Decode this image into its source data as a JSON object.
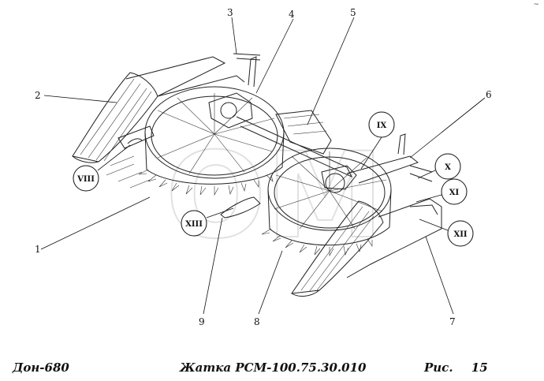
{
  "watermark": "ОМ",
  "corner_mark": "~",
  "caption": {
    "left": "Дон-680",
    "center": "Жатка РСМ-100.75.30.010",
    "fig_label": "Рис.",
    "fig_number": "15"
  },
  "callouts": [
    {
      "id": "1",
      "label": "1"
    },
    {
      "id": "2",
      "label": "2"
    },
    {
      "id": "3",
      "label": "3"
    },
    {
      "id": "4",
      "label": "4"
    },
    {
      "id": "5",
      "label": "5"
    },
    {
      "id": "6",
      "label": "6"
    },
    {
      "id": "7",
      "label": "7"
    },
    {
      "id": "8",
      "label": "8"
    },
    {
      "id": "9",
      "label": "9"
    }
  ],
  "detail_markers": [
    {
      "id": "VIII",
      "label": "VIII"
    },
    {
      "id": "IX",
      "label": "IX"
    },
    {
      "id": "X",
      "label": "X"
    },
    {
      "id": "XI",
      "label": "XI"
    },
    {
      "id": "XII",
      "label": "XII"
    },
    {
      "id": "XIII",
      "label": "XIII"
    }
  ]
}
